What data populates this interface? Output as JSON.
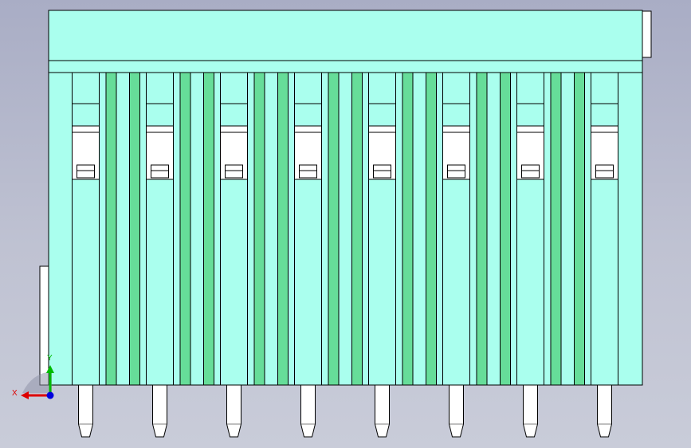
{
  "view": {
    "background_top": "#a9adc5",
    "background_bottom": "#c9ccd9"
  },
  "part": {
    "body_color": "#aaffee",
    "rib_color": "#66dd99",
    "edge_color": "#000000",
    "pin_color": "#ffffff",
    "contact_count": 8
  },
  "triad": {
    "x_label": "X",
    "y_label": "Y",
    "x_color": "#dd0000",
    "y_color": "#00bb00",
    "z_color": "#0000dd"
  }
}
